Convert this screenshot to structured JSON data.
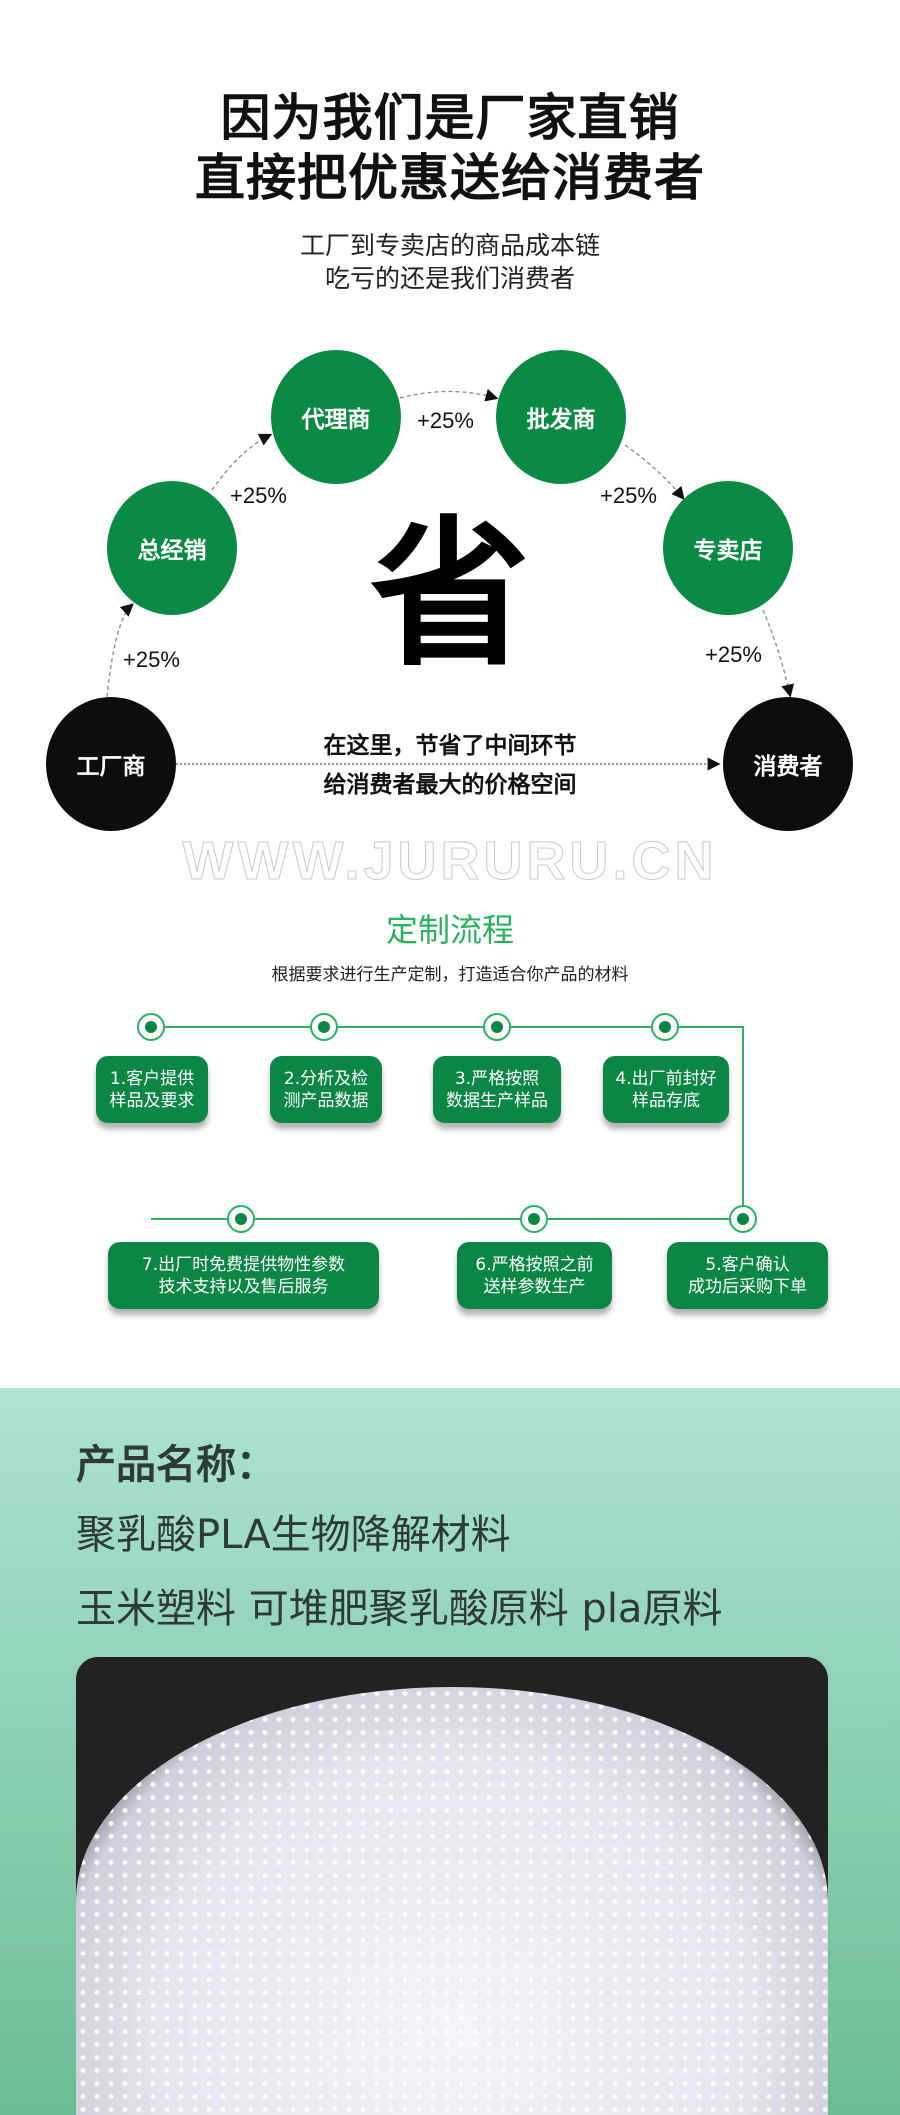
{
  "header": {
    "title_lines": [
      "因为我们是厂家直销",
      "直接把优惠送给消费者"
    ],
    "subtitle_lines": [
      "工厂到专卖店的商品成本链",
      "吃亏的还是我们消费者"
    ]
  },
  "chain": {
    "nodes": {
      "factory": "工厂商",
      "general_distributor": "总经销",
      "agent": "代理商",
      "wholesaler": "批发商",
      "store": "专卖店",
      "consumer": "消费者"
    },
    "markup": "+25%",
    "save_char": "省",
    "middle_lines": [
      "在这里，节省了中间环节",
      "给消费者最大的价格空间"
    ],
    "watermark": "WWW.JURURU.CN",
    "colors": {
      "green": "#0b8a45",
      "black": "#0d0d0d"
    }
  },
  "process": {
    "title": "定制流程",
    "subtitle": "根据要求进行生产定制，打造适合你产品的材料",
    "steps": [
      [
        "1.客户提供",
        "样品及要求"
      ],
      [
        "2.分析及检",
        "测产品数据"
      ],
      [
        "3.严格按照",
        "数据生产样品"
      ],
      [
        "4.出厂前封好",
        "样品存底"
      ],
      [
        "5.客户确认",
        "成功后采购下单"
      ],
      [
        "6.严格按照之前",
        "送样参数生产"
      ],
      [
        "7.出厂时免费提供物性参数",
        "技术支持以及售后服务"
      ]
    ],
    "accent": "#2bb261"
  },
  "product": {
    "label": "产品名称：",
    "name_line1": "聚乳酸PLA生物降解材料",
    "name_line2": "玉米塑料 可堆肥聚乳酸原料 pla原料"
  }
}
